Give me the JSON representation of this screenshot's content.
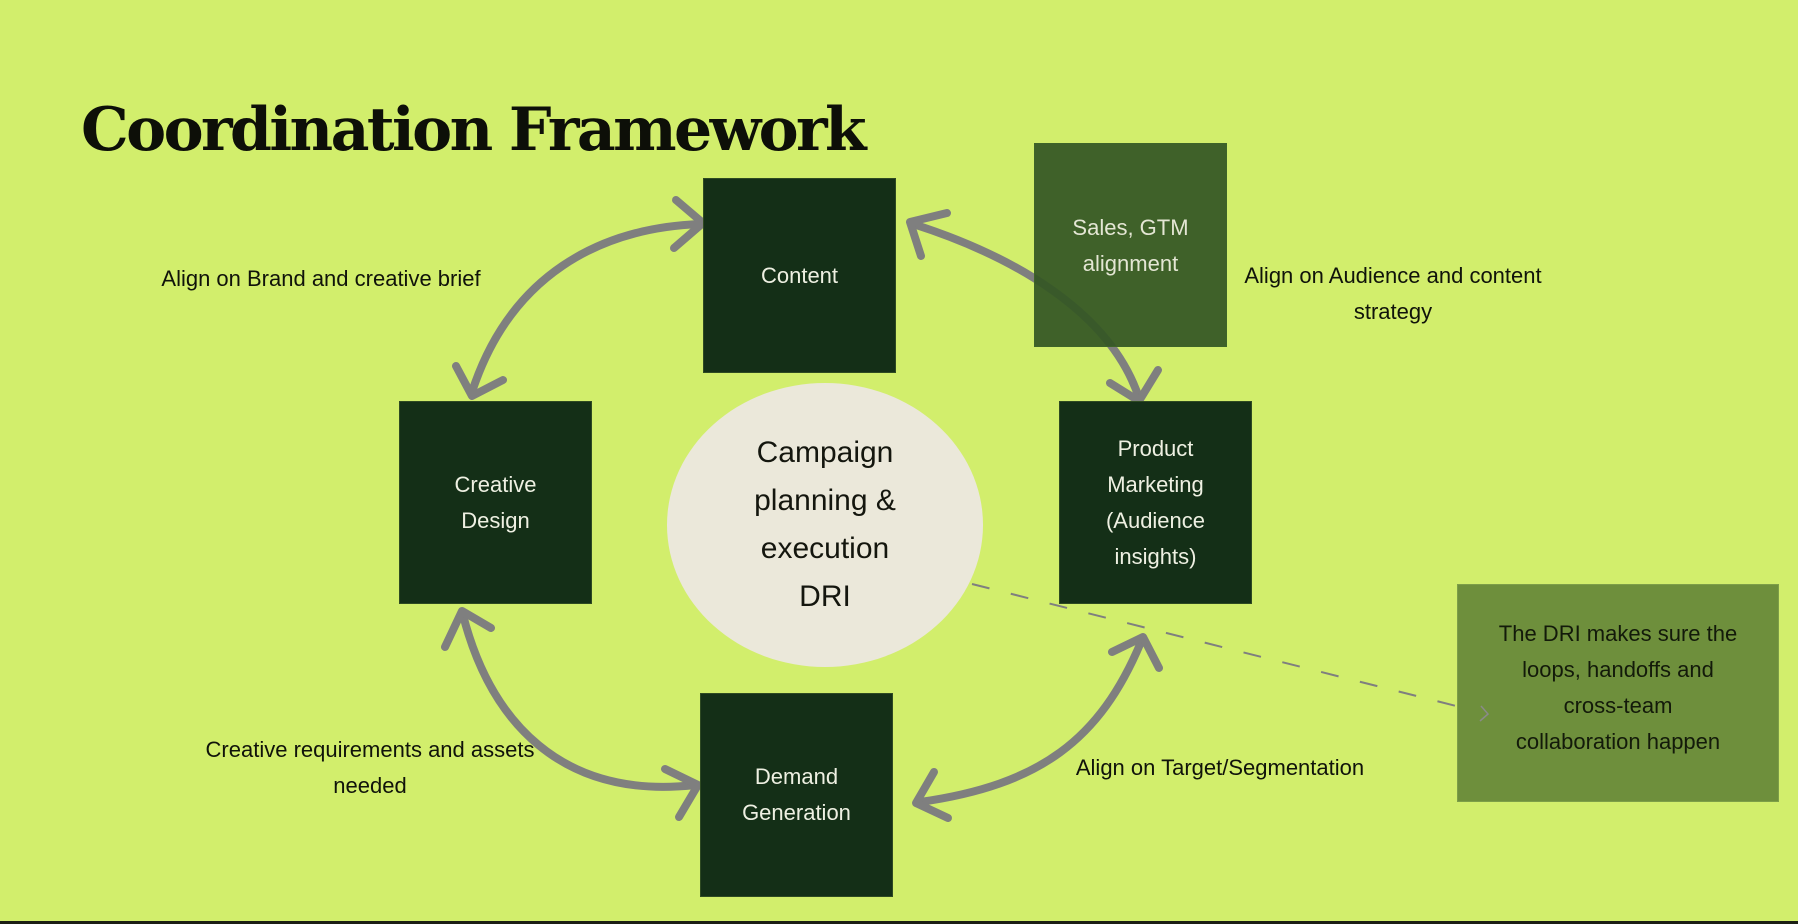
{
  "title": "Coordination Framework",
  "colors": {
    "background": "#d2ee6c",
    "team_box": "#142f17",
    "sales_box": "#345624",
    "note_box": "#6e8f3c",
    "hub": "#ebe8da",
    "arrow": "#7f7f7f"
  },
  "hub": {
    "label": "Campaign\nplanning &\nexecution\nDRI"
  },
  "teams": {
    "content": "Content",
    "creative_design": "Creative\nDesign",
    "product_marketing": "Product\nMarketing\n(Audience\ninsights)",
    "demand_generation": "Demand\nGeneration",
    "sales_gtm": "Sales, GTM\nalignment"
  },
  "connections": [
    {
      "from": "Content",
      "to": "Creative Design",
      "bidirectional": true,
      "label": "Align on Brand and creative brief"
    },
    {
      "from": "Content",
      "to": "Product Marketing (Audience insights)",
      "bidirectional": true,
      "label": "Align on Audience and content\nstrategy"
    },
    {
      "from": "Creative Design",
      "to": "Demand Generation",
      "bidirectional": true,
      "label": "Creative requirements and assets\nneeded"
    },
    {
      "from": "Product Marketing (Audience insights)",
      "to": "Demand Generation",
      "bidirectional": true,
      "label": "Align on Target/Segmentation"
    }
  ],
  "note": {
    "text": "The DRI makes sure the\nloops, handoffs and\ncross-team\ncollaboration happen",
    "connector": "dashed",
    "from": "Campaign planning & execution DRI"
  }
}
